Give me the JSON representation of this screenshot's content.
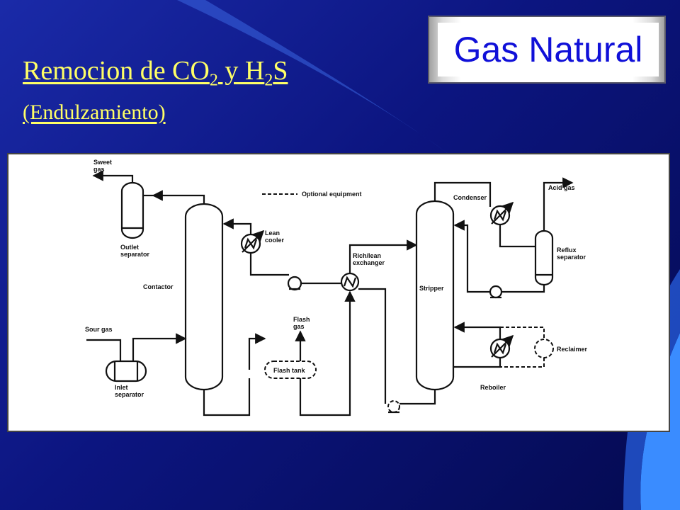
{
  "slide": {
    "badge": "Gas Natural",
    "title_main": "Remocion de CO",
    "title_sub1": "2",
    "title_mid": " y H",
    "title_sub2": "2",
    "title_end": "S",
    "subtitle": "(Endulzamiento)"
  },
  "diagram": {
    "legend": "Optional equipment",
    "labels": {
      "sweet_gas_1": "Sweet",
      "sweet_gas_2": "gas",
      "outlet_sep_1": "Outlet",
      "outlet_sep_2": "separator",
      "contactor": "Contactor",
      "sour_gas": "Sour gas",
      "inlet_sep_1": "Inlet",
      "inlet_sep_2": "separator",
      "lean_cooler_1": "Lean",
      "lean_cooler_2": "cooler",
      "flash_gas_1": "Flash",
      "flash_gas_2": "gas",
      "flash_tank": "Flash tank",
      "exchanger_1": "Rich/lean",
      "exchanger_2": "exchanger",
      "stripper": "Stripper",
      "condenser": "Condenser",
      "acid_gas": "Acid gas",
      "reflux_sep_1": "Reflux",
      "reflux_sep_2": "separator",
      "reboiler": "Reboiler",
      "reclaimer": "Reclaimer"
    }
  }
}
